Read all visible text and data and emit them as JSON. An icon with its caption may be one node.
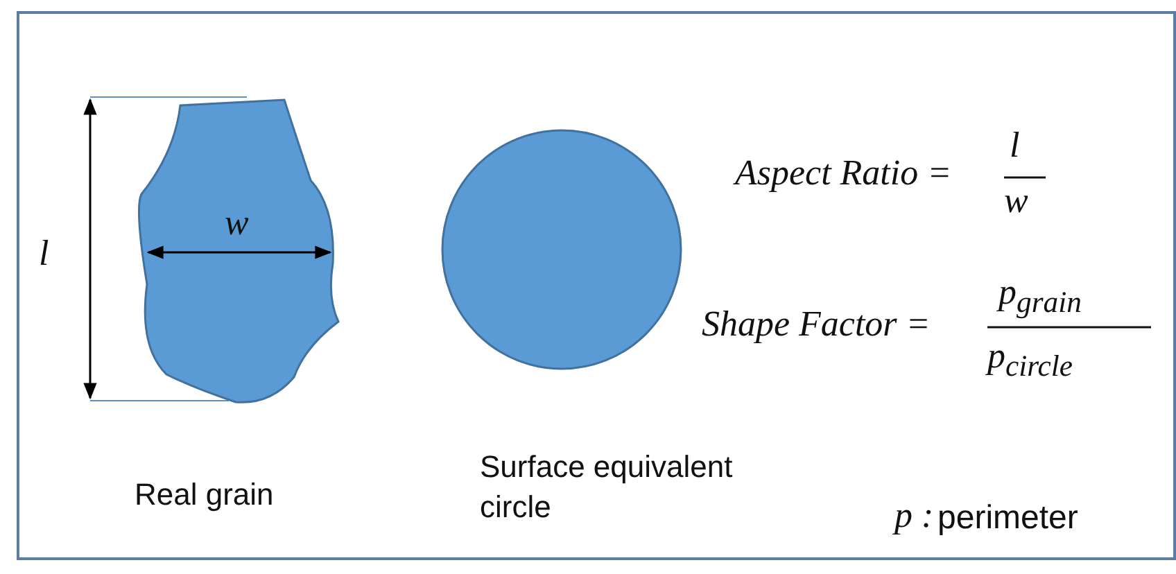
{
  "diagram": {
    "nodes": [
      {
        "text": [],
        "shape": "picture",
        "beside": [
          "Real grain"
        ]
      },
      {
        "text": [],
        "shape": "circle",
        "beside": [
          "Surface equivalent circle"
        ]
      }
    ],
    "labels": [
      "l",
      "w",
      "Aspect Ratio =",
      "l",
      "w",
      "Shape Factor =",
      "p$_{grain}$",
      "p$_{circle}$",
      "p :",
      "perimeter"
    ]
  }
}
